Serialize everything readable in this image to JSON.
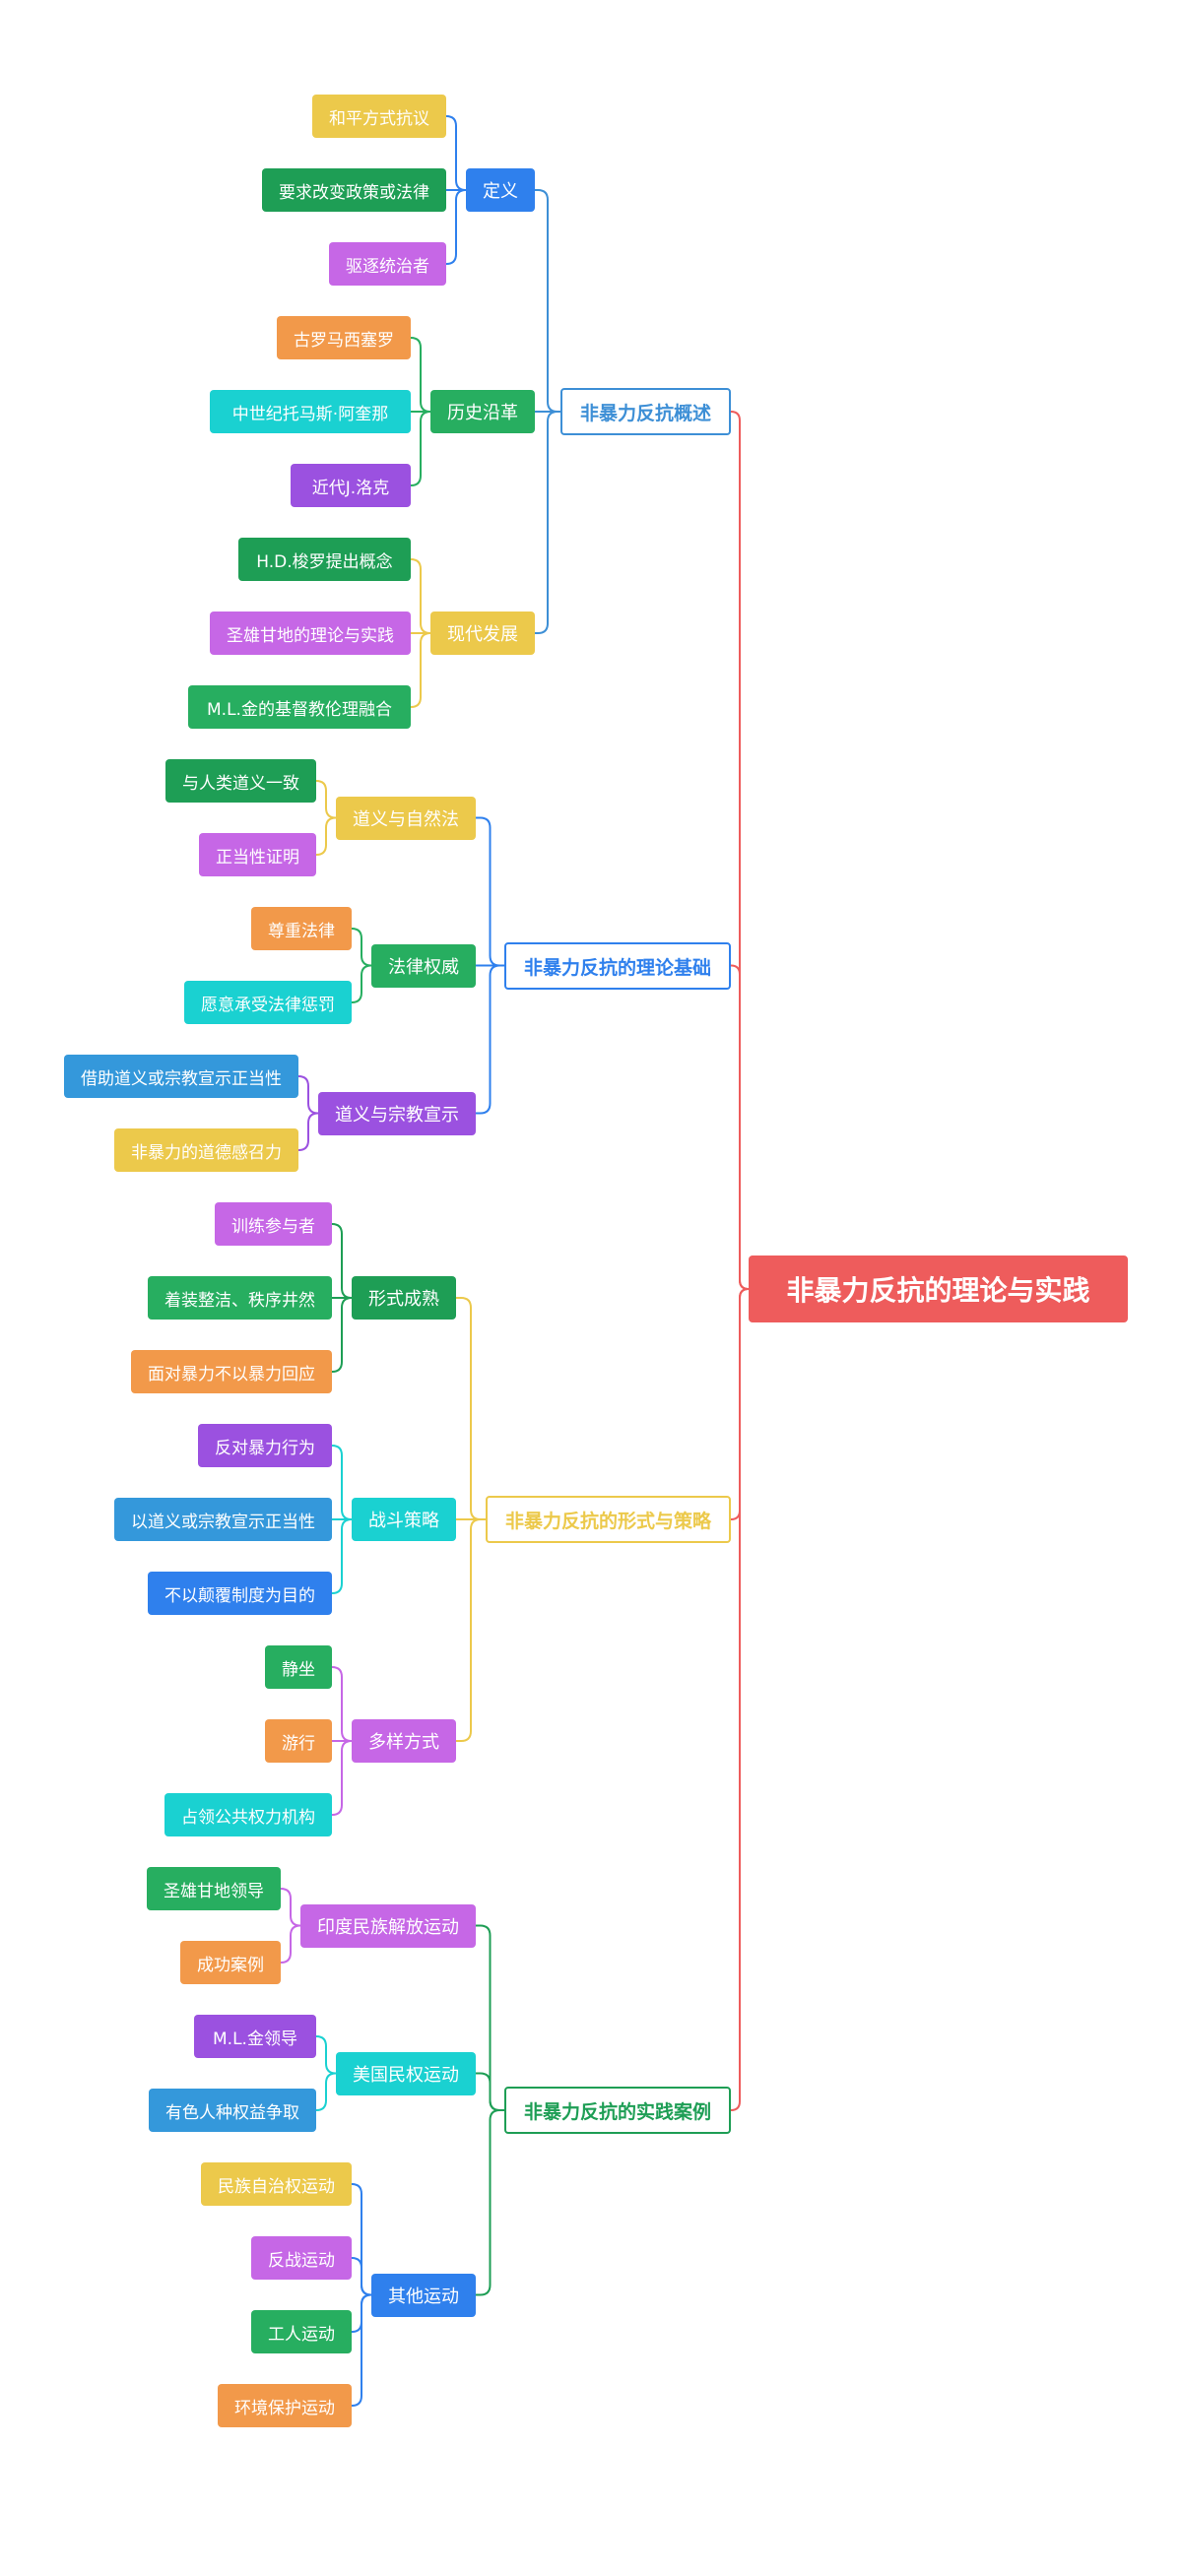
{
  "root": {
    "label": "非暴力反抗的理论与实践",
    "color": "#ee5c5c"
  },
  "branches": [
    {
      "label": "非暴力反抗概述",
      "color": "#3d8fd6",
      "children": [
        {
          "label": "定义",
          "color": "#2f80ed",
          "children": [
            {
              "label": "和平方式抗议",
              "color": "#ecc94b"
            },
            {
              "label": "要求改变政策或法律",
              "color": "#1e9e55"
            },
            {
              "label": "驱逐统治者",
              "color": "#c667e6"
            }
          ]
        },
        {
          "label": "历史沿革",
          "color": "#27ae60",
          "children": [
            {
              "label": "古罗马西塞罗",
              "color": "#f2994a"
            },
            {
              "label": "中世纪托马斯·阿奎那",
              "color": "#1ad1d1"
            },
            {
              "label": "近代J.洛克",
              "color": "#9b51e0"
            }
          ]
        },
        {
          "label": "现代发展",
          "color": "#ecc94b",
          "children": [
            {
              "label": "H.D.梭罗提出概念",
              "color": "#1e9e55"
            },
            {
              "label": "圣雄甘地的理论与实践",
              "color": "#c667e6"
            },
            {
              "label": "M.L.金的基督教伦理融合",
              "color": "#27ae60"
            }
          ]
        }
      ]
    },
    {
      "label": "非暴力反抗的理论基础",
      "color": "#2f80ed",
      "children": [
        {
          "label": "道义与自然法",
          "color": "#ecc94b",
          "children": [
            {
              "label": "与人类道义一致",
              "color": "#1e9e55"
            },
            {
              "label": "正当性证明",
              "color": "#c667e6"
            }
          ]
        },
        {
          "label": "法律权威",
          "color": "#27ae60",
          "children": [
            {
              "label": "尊重法律",
              "color": "#f2994a"
            },
            {
              "label": "愿意承受法律惩罚",
              "color": "#1ad1d1"
            }
          ]
        },
        {
          "label": "道义与宗教宣示",
          "color": "#9b51e0",
          "children": [
            {
              "label": "借助道义或宗教宣示正当性",
              "color": "#3498db"
            },
            {
              "label": "非暴力的道德感召力",
              "color": "#ecc94b"
            }
          ]
        }
      ]
    },
    {
      "label": "非暴力反抗的形式与策略",
      "color": "#ecc94b",
      "children": [
        {
          "label": "形式成熟",
          "color": "#1e9e55",
          "children": [
            {
              "label": "训练参与者",
              "color": "#c667e6"
            },
            {
              "label": "着装整洁、秩序井然",
              "color": "#27ae60"
            },
            {
              "label": "面对暴力不以暴力回应",
              "color": "#f2994a"
            }
          ]
        },
        {
          "label": "战斗策略",
          "color": "#1ad1d1",
          "children": [
            {
              "label": "反对暴力行为",
              "color": "#9b51e0"
            },
            {
              "label": "以道义或宗教宣示正当性",
              "color": "#3498db"
            },
            {
              "label": "不以颠覆制度为目的",
              "color": "#2f80ed"
            }
          ]
        },
        {
          "label": "多样方式",
          "color": "#c667e6",
          "children": [
            {
              "label": "静坐",
              "color": "#27ae60"
            },
            {
              "label": "游行",
              "color": "#f2994a"
            },
            {
              "label": "占领公共权力机构",
              "color": "#1ad1d1"
            }
          ]
        }
      ]
    },
    {
      "label": "非暴力反抗的实践案例",
      "color": "#1e9e55",
      "children": [
        {
          "label": "印度民族解放运动",
          "color": "#c667e6",
          "children": [
            {
              "label": "圣雄甘地领导",
              "color": "#27ae60"
            },
            {
              "label": "成功案例",
              "color": "#f2994a"
            }
          ]
        },
        {
          "label": "美国民权运动",
          "color": "#1ad1d1",
          "children": [
            {
              "label": "M.L.金领导",
              "color": "#9b51e0"
            },
            {
              "label": "有色人种权益争取",
              "color": "#3498db"
            }
          ]
        },
        {
          "label": "其他运动",
          "color": "#2f80ed",
          "children": [
            {
              "label": "民族自治权运动",
              "color": "#ecc94b"
            },
            {
              "label": "反战运动",
              "color": "#c667e6"
            },
            {
              "label": "工人运动",
              "color": "#27ae60"
            },
            {
              "label": "环境保护运动",
              "color": "#f2994a"
            }
          ]
        }
      ]
    }
  ]
}
